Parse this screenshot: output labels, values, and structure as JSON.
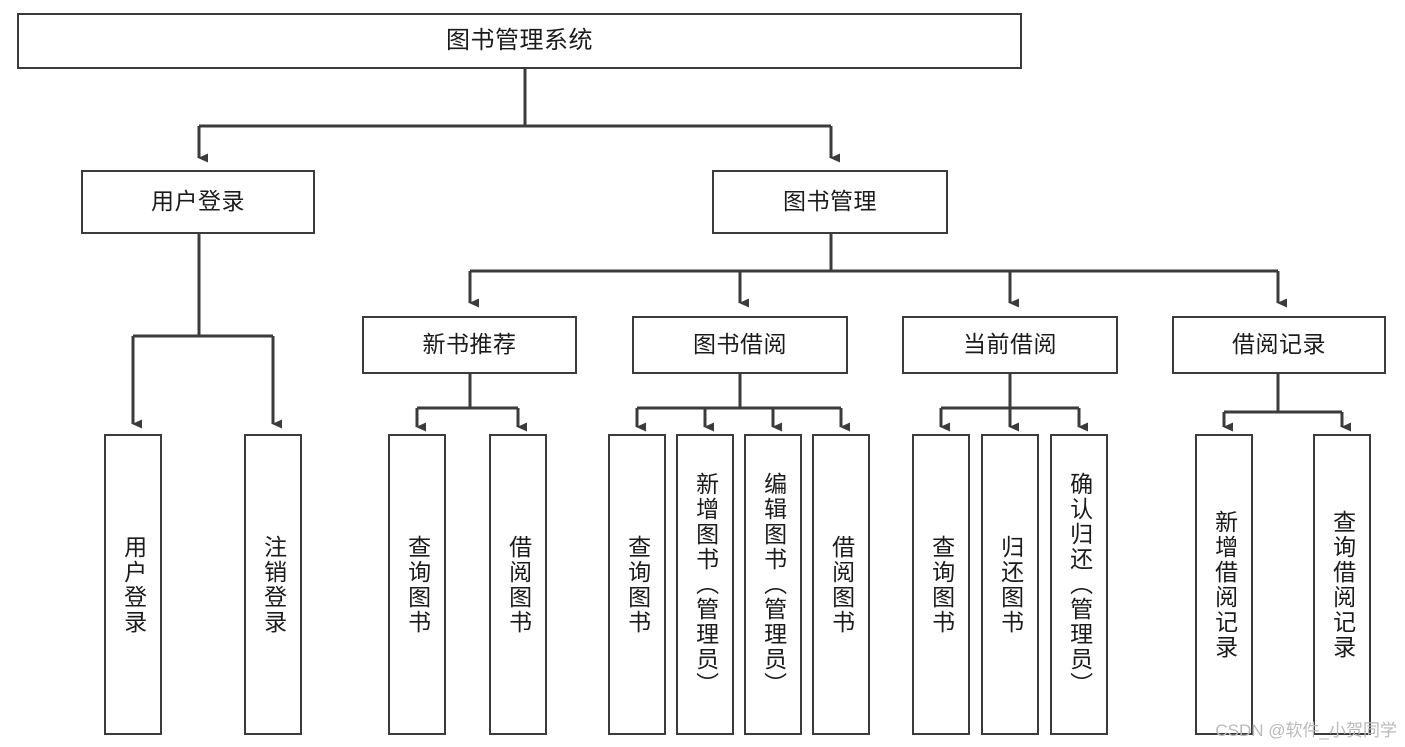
{
  "diagram": {
    "title": "图书管理系统",
    "watermark": "CSDN @软件_小贺同学",
    "colors": {
      "box_border": "#3b3b3b",
      "box_fill": "#ffffff",
      "line": "#3b3b3b",
      "text": "#1b1b1b",
      "watermark": "#b9b9b9",
      "background": "#ffffff"
    },
    "nodes": {
      "root": {
        "label": "图书管理系统"
      },
      "level1": [
        {
          "label": "用户登录"
        },
        {
          "label": "图书管理"
        }
      ],
      "level2": [
        {
          "label": "新书推荐"
        },
        {
          "label": "图书借阅"
        },
        {
          "label": "当前借阅"
        },
        {
          "label": "借阅记录"
        }
      ],
      "leaves": {
        "user_login": [
          {
            "label": "用户登录"
          },
          {
            "label": "注销登录"
          }
        ],
        "new_book_recommend": [
          {
            "label": "查询图书"
          },
          {
            "label": "借阅图书"
          }
        ],
        "book_borrow": [
          {
            "label": "查询图书"
          },
          {
            "label": "新增图书（管理员）"
          },
          {
            "label": "编辑图书（管理员）"
          },
          {
            "label": "借阅图书"
          }
        ],
        "current_borrow": [
          {
            "label": "查询图书"
          },
          {
            "label": "归还图书"
          },
          {
            "label": "确认归还（管理员）"
          }
        ],
        "borrow_record": [
          {
            "label": "新增借阅记录"
          },
          {
            "label": "查询借阅记录"
          }
        ]
      }
    }
  }
}
